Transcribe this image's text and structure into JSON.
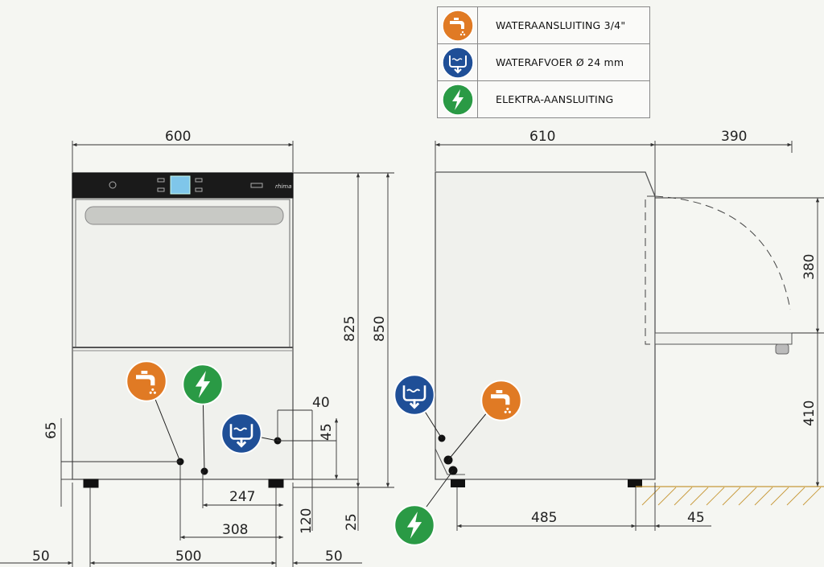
{
  "legend": [
    {
      "icon": "water-supply-tap-icon",
      "color": "#e07a24",
      "label": "WATERAANSLUITING 3/4\""
    },
    {
      "icon": "water-drain-icon",
      "color": "#1f4f97",
      "label": "WATERAFVOER Ø 24 mm"
    },
    {
      "icon": "electric-lightning-icon",
      "color": "#2a9a45",
      "label": "ELEKTRA-AANSLUITING"
    }
  ],
  "front_view": {
    "brand": "rhima",
    "dims": {
      "width": "600",
      "height_door": "825",
      "height_total": "850",
      "dist_40": "40",
      "dist_45": "45",
      "dist_65": "65",
      "dist_247": "247",
      "dist_308": "308",
      "dist_120": "120",
      "dist_25": "25",
      "side_left": "50",
      "feet_span": "500",
      "side_right": "50"
    }
  },
  "side_view": {
    "dims": {
      "depth": "610",
      "door_open": "390",
      "door_height": "380",
      "door_floor": "410",
      "feet_span": "485",
      "foot_offset": "45"
    }
  },
  "colors": {
    "water_supply": "#e07a24",
    "water_drain": "#1f4f97",
    "electric": "#2a9a45"
  }
}
